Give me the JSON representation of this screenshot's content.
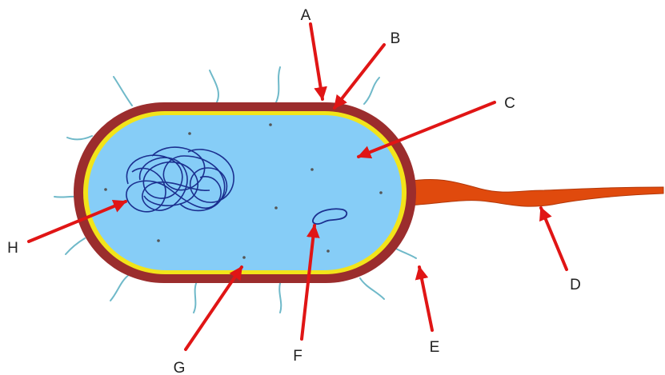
{
  "labels": {
    "A": "A",
    "B": "B",
    "C": "C",
    "D": "D",
    "E": "E",
    "F": "F",
    "G": "G",
    "H": "H"
  },
  "colors": {
    "cell_wall": "#9b2d2d",
    "plasma_membrane": "#f2e41a",
    "cytoplasm": "#86cdf7",
    "flagellum": "#e04a0d",
    "pili": "#6fb9c9",
    "nucleoid": "#1b2f8f",
    "plasmid": "#1b2f8f",
    "ribosome": "#555555",
    "arrow": "#e01515"
  }
}
